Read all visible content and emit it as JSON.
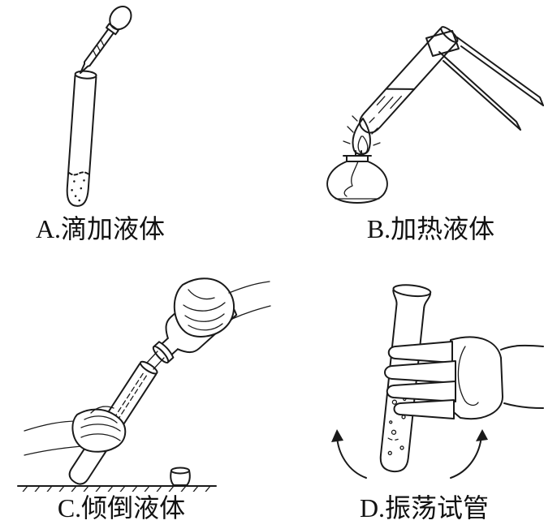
{
  "panels": {
    "a": {
      "label": "A.滴加液体"
    },
    "b": {
      "label": "B.加热液体"
    },
    "c": {
      "label": "C.倾倒液体"
    },
    "d": {
      "label": "D.振荡试管"
    }
  },
  "colors": {
    "ink": "#1a1a1a",
    "background": "#ffffff"
  }
}
